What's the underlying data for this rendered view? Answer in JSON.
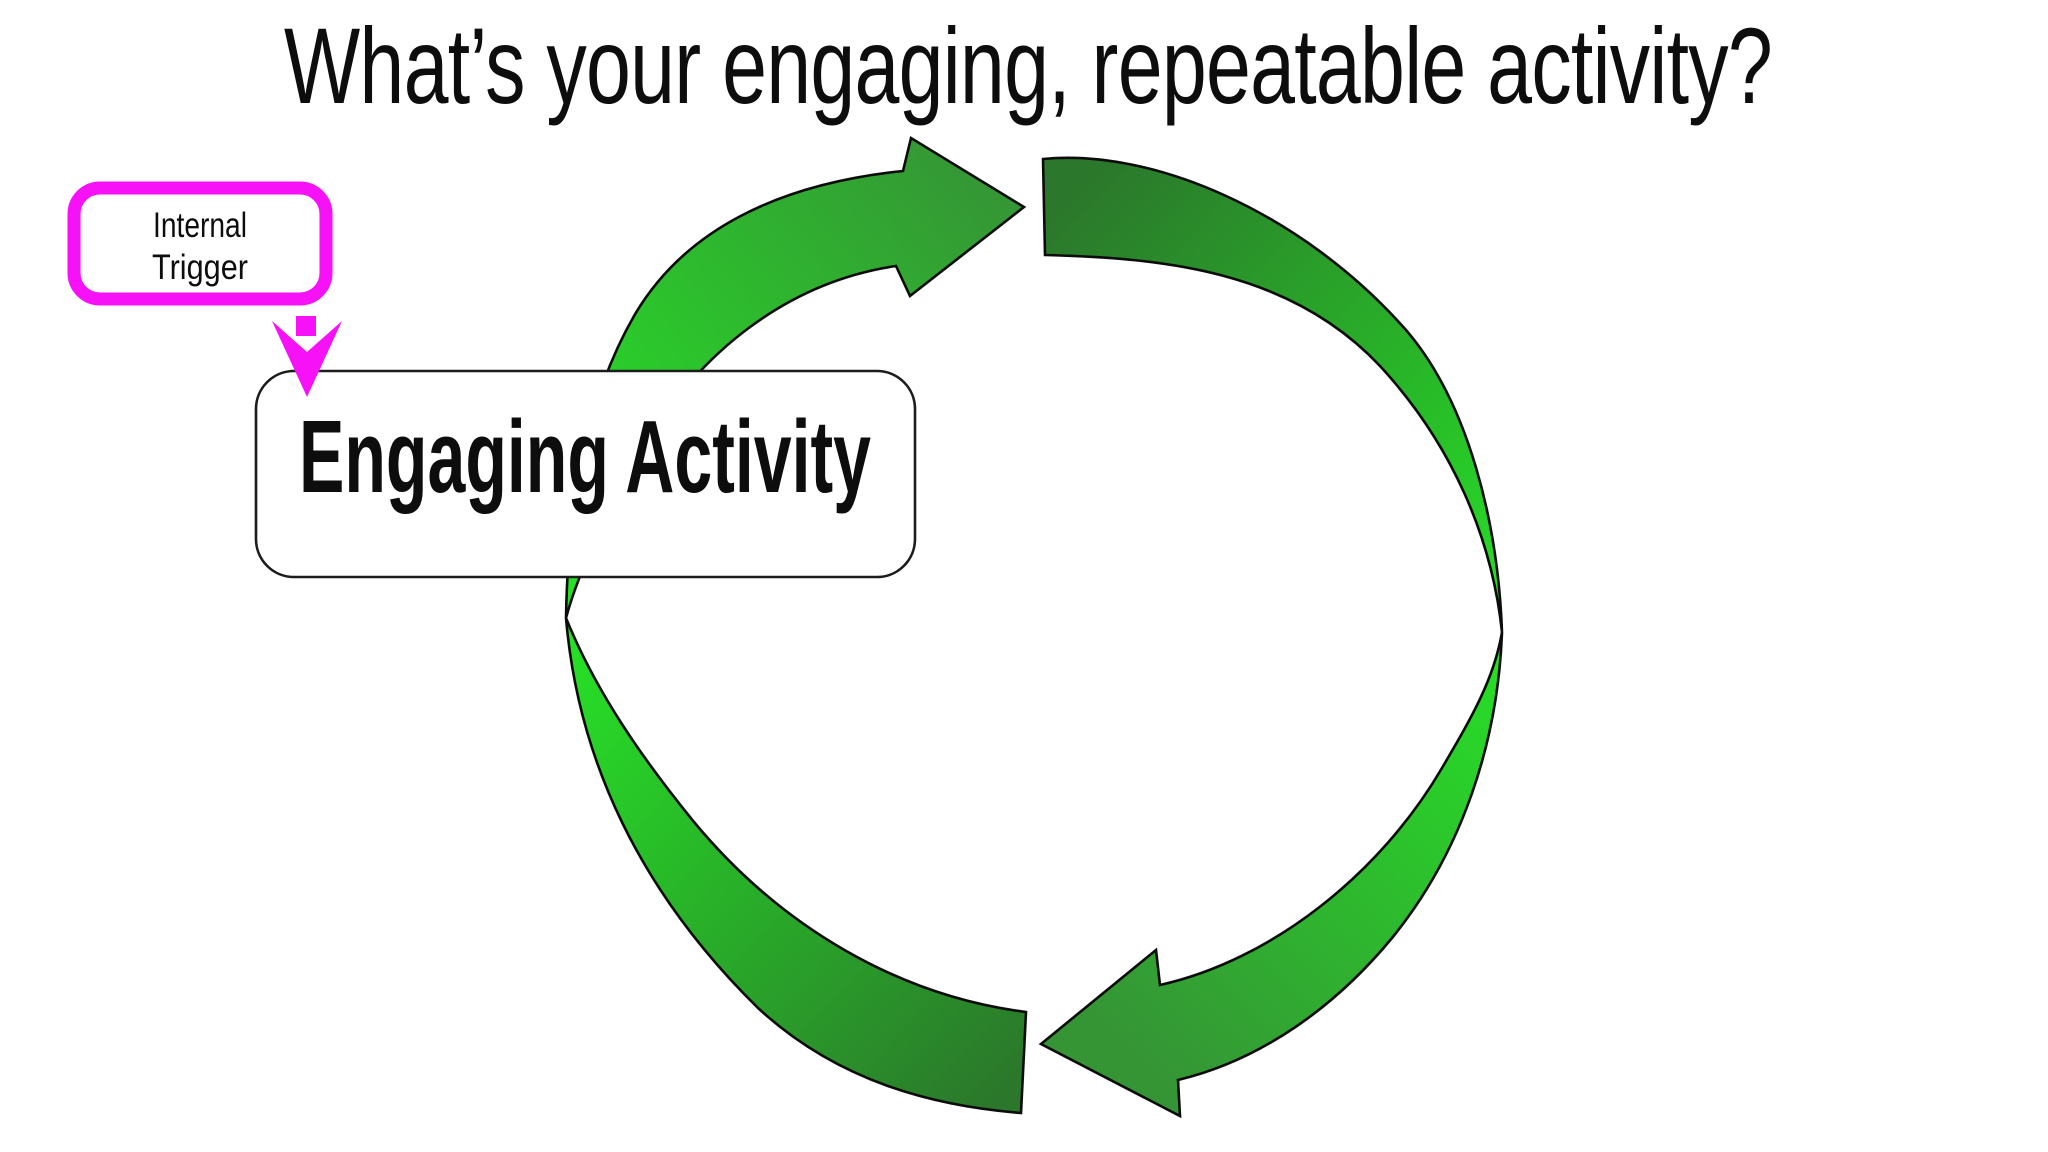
{
  "slide": {
    "title": "What’s your engaging, repeatable activity?",
    "background_color": "#ffffff",
    "text_color": "#0d0d0d"
  },
  "trigger": {
    "box_lines": [
      "Internal",
      "Trigger"
    ],
    "color": "#f711f7",
    "arrow_style": "dashed",
    "arrow_direction": "down"
  },
  "activity": {
    "label": "Engaging Activity"
  },
  "cycle": {
    "type": "circular-process",
    "direction": "clockwise",
    "arrow_count": 2,
    "colors": {
      "bright": "#27df27",
      "dark": "#2b772b",
      "head": "#359535",
      "outline": "#0c0c0c"
    }
  }
}
